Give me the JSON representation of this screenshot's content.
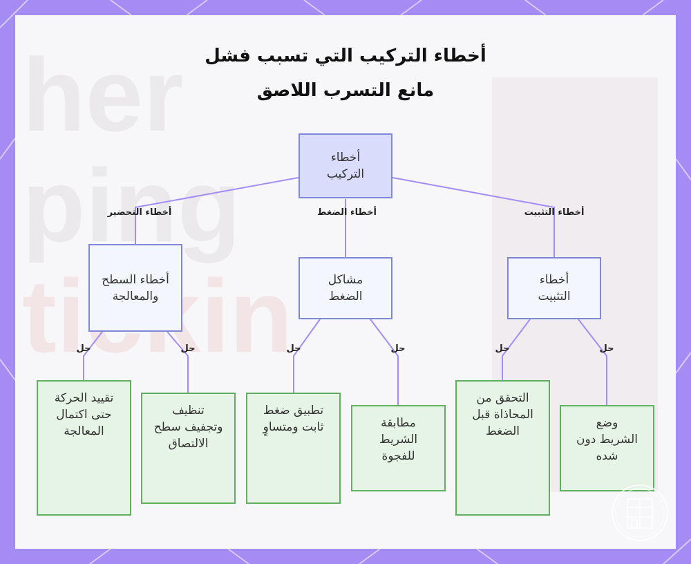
{
  "title": {
    "line1": "أخطاء التركيب التي تسبب فشل",
    "line2": "مانع التسرب اللاصق"
  },
  "nodes": {
    "root": "أخطاء التركيب",
    "surface": "أخطاء السطح والمعالجة",
    "pressure": "مشاكل الضغط",
    "fixing": "أخطاء التثبيت",
    "leaf_restrict": "تقييد الحركة حتى اكتمال المعالجة",
    "leaf_clean": "تنظيف وتجفيف سطح الالتصاق",
    "leaf_apply": "تطبيق ضغط ثابت ومتساوٍ",
    "leaf_match": "مطابقة الشريط للفجوة",
    "leaf_verify": "التحقق من المحاذاة قبل الضغط",
    "leaf_place": "وضع الشريط دون شده"
  },
  "edge_labels": {
    "prep": "أخطاء التحضير",
    "press": "أخطاء الضغط",
    "fix": "أخطاء التثبيت",
    "solution": "حل"
  },
  "colors": {
    "frame": "#a58cf4",
    "root_fill": "#d9dcfa",
    "mid_fill": "#f4f6fd",
    "node_border": "#7f87d8",
    "leaf_fill": "#e6f4e6",
    "leaf_border": "#5fb05f",
    "edge": "#a58cf4"
  },
  "icons": {
    "watermark": "building-logo-icon"
  }
}
